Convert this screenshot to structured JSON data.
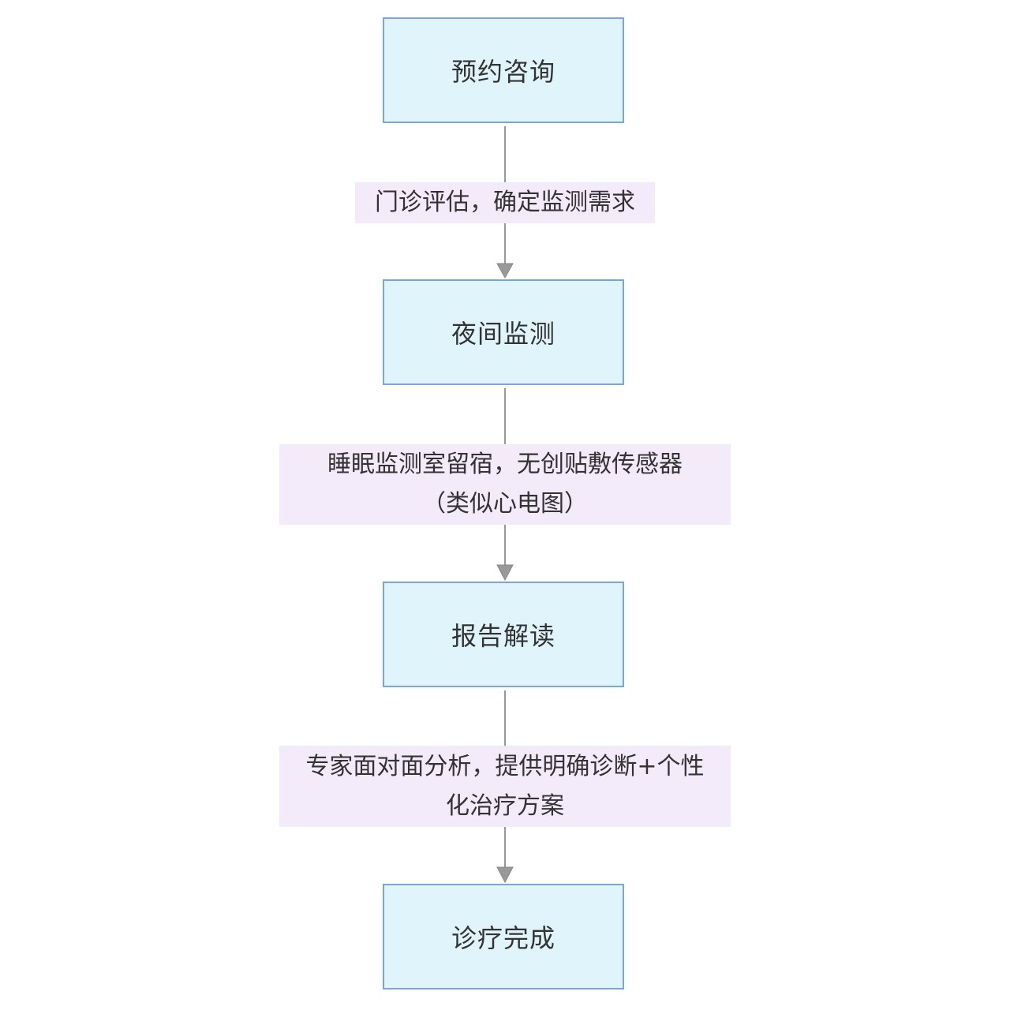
{
  "nodes": {
    "n1": "预约咨询",
    "n2": "夜间监测",
    "n3": "报告解读",
    "n4": "诊疗完成"
  },
  "edges": {
    "e1": "门诊评估，确定监测需求",
    "e2_line1": "睡眠监测室留宿，无创贴敷传感器",
    "e2_line2": "（类似心电图）",
    "e3_line1": "专家面对面分析，提供明确诊断+个性",
    "e3_line2": "化治疗方案"
  }
}
